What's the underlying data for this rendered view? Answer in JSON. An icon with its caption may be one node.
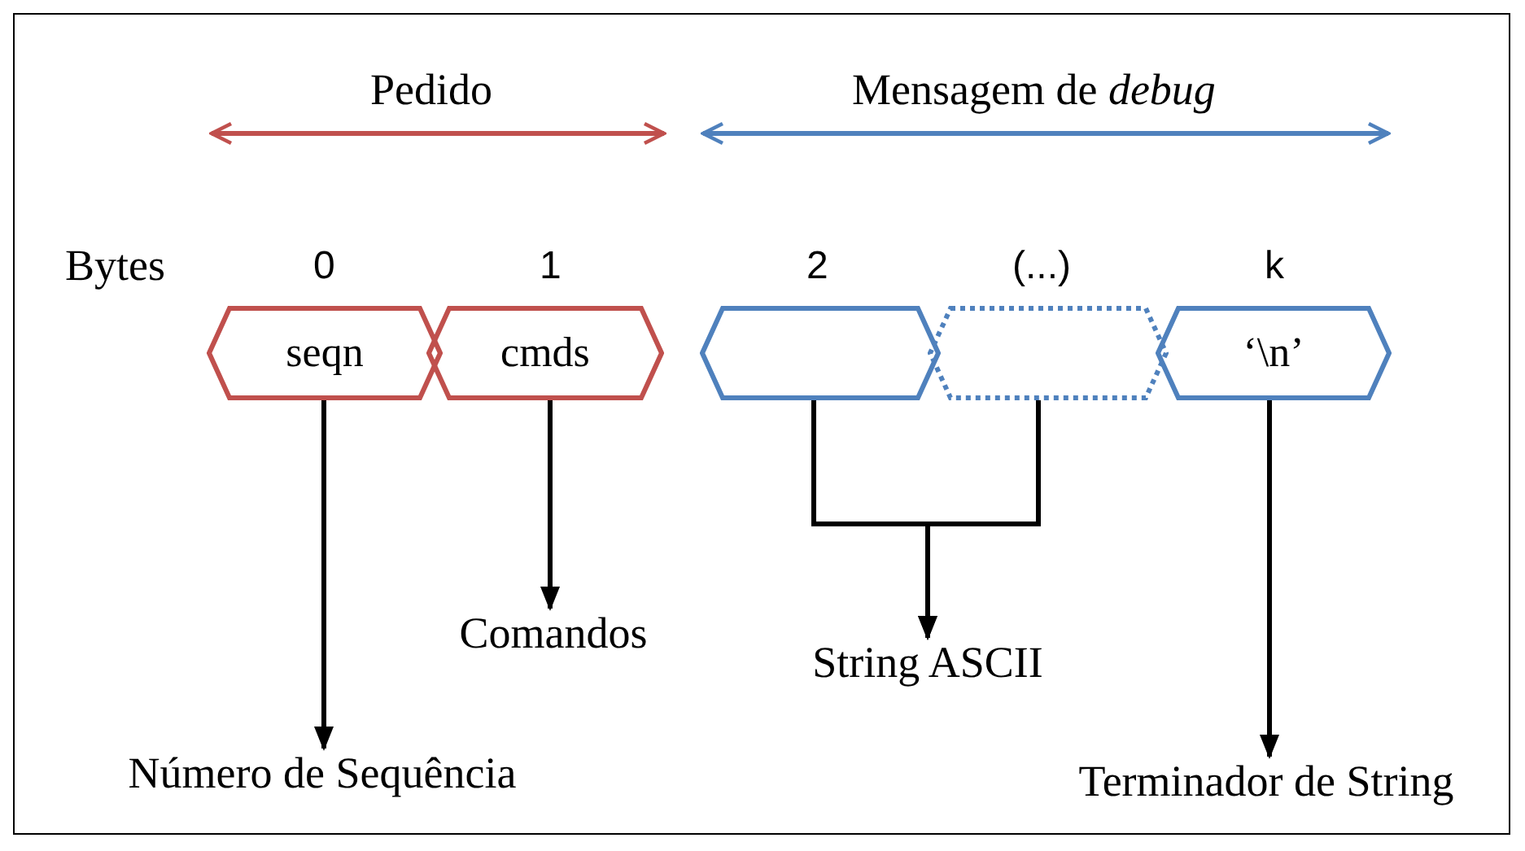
{
  "diagram": {
    "nodes": [
      {
        "text": [
          "seqn"
        ]
      },
      {
        "text": [
          "cmds"
        ]
      },
      {
        "text": [],
        "shape": "hexagon"
      },
      {
        "text": [],
        "shape": "hexagon"
      },
      {
        "text": [
          "‘\\n’"
        ]
      },
      {
        "text": [
          "Número de Sequência"
        ]
      },
      {
        "text": [
          "Comandos"
        ]
      },
      {
        "text": [
          "String ASCII"
        ]
      },
      {
        "text": [
          "Terminador de String"
        ]
      }
    ],
    "edges": [
      {
        "from": 0,
        "to": 5,
        "arrow": "to"
      },
      {
        "from": 1,
        "to": 6,
        "arrow": "to"
      },
      {
        "from": 2,
        "to": 7,
        "arrow": "to"
      },
      {
        "from": 3,
        "to": 7,
        "arrow": "to"
      },
      {
        "from": 4,
        "to": 8,
        "arrow": "to"
      }
    ],
    "labels": [
      "Pedido",
      "Mensagem de *debug*",
      "Bytes",
      "0",
      "1",
      "2",
      "(...)",
      "k"
    ]
  }
}
